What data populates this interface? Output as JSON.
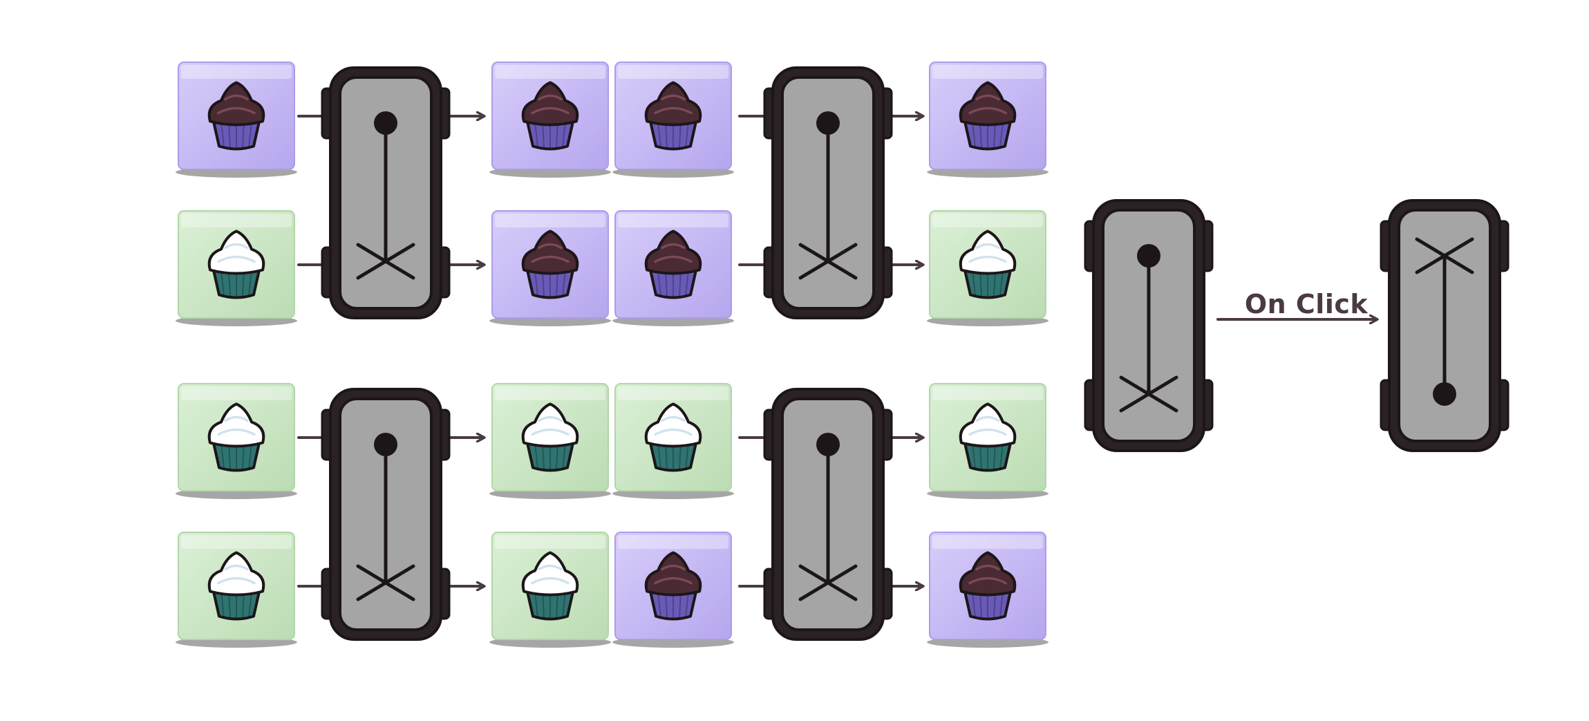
{
  "colors": {
    "purple_box": "#cbbcf6",
    "purple_box_dark": "#ad9bea",
    "green_box": "#cfe9c8",
    "green_box_dark": "#b1d6a9",
    "chocolate": "#4a2a33",
    "chocolate_cup": "#6a5ab8",
    "vanilla": "#ffffff",
    "vanilla_cup": "#2f7471",
    "swap_body": "#a5a5a5",
    "outline": "#1c1618",
    "arrow": "#4a3a44"
  },
  "grid": {
    "rows": [
      {
        "inputs": [
          "chocolate",
          "vanilla"
        ],
        "mid_left": [
          "chocolate",
          "chocolate"
        ],
        "mid_right": [
          "chocolate",
          "chocolate"
        ],
        "outputs": [
          "chocolate",
          "vanilla"
        ]
      },
      {
        "inputs": [
          "vanilla",
          "vanilla"
        ],
        "mid_left": [
          "vanilla",
          "vanilla"
        ],
        "mid_right": [
          "vanilla",
          "chocolate"
        ],
        "outputs": [
          "vanilla",
          "chocolate"
        ]
      }
    ]
  },
  "legend": {
    "label": "On Click"
  }
}
